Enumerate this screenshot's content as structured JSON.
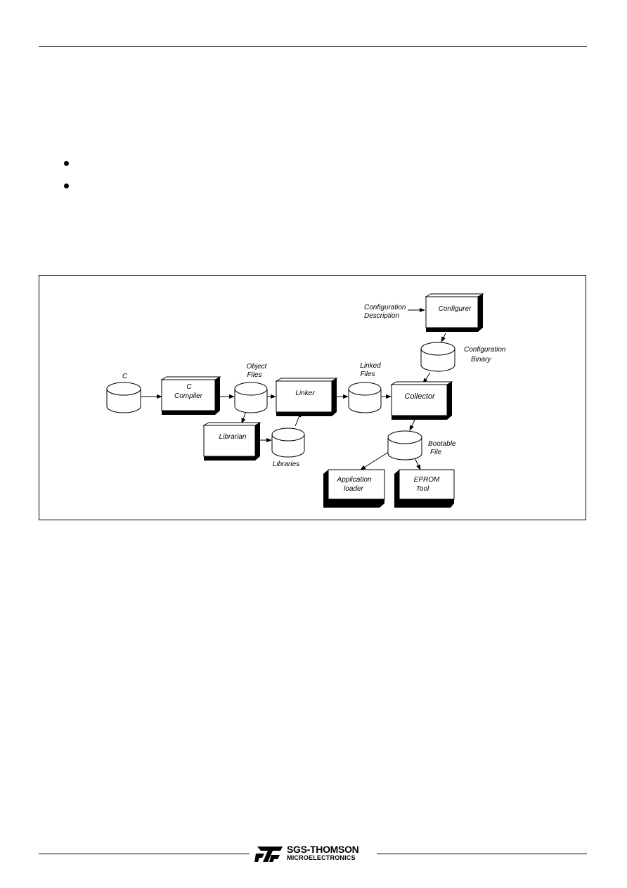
{
  "diagram": {
    "nodes": {
      "c_source": {
        "label": "C"
      },
      "c_compiler": {
        "line1": "C",
        "line2": "Compiler"
      },
      "object_files": {
        "line1": "Object",
        "line2": "Files"
      },
      "linker": {
        "label": "Linker"
      },
      "linked_files": {
        "line1": "Linked",
        "line2": "Files"
      },
      "collector": {
        "label": "Collector"
      },
      "librarian": {
        "label": "Librarian"
      },
      "libraries": {
        "label": "Libraries"
      },
      "configuration_description": {
        "line1": "Configuration",
        "line2": "Description"
      },
      "configurer": {
        "label": "Configurer"
      },
      "configuration_binary": {
        "line1": "Configuration",
        "line2": "Binary"
      },
      "bootable_file": {
        "line1": "Bootable",
        "line2": "File"
      },
      "application_loader": {
        "line1": "Application",
        "line2": "loader"
      },
      "eprom_tool": {
        "line1": "EPROM",
        "line2": "Tool"
      }
    }
  },
  "footer": {
    "logo_line1": "SGS-THOMSON",
    "logo_line2": "MICROELECTRONICS"
  }
}
